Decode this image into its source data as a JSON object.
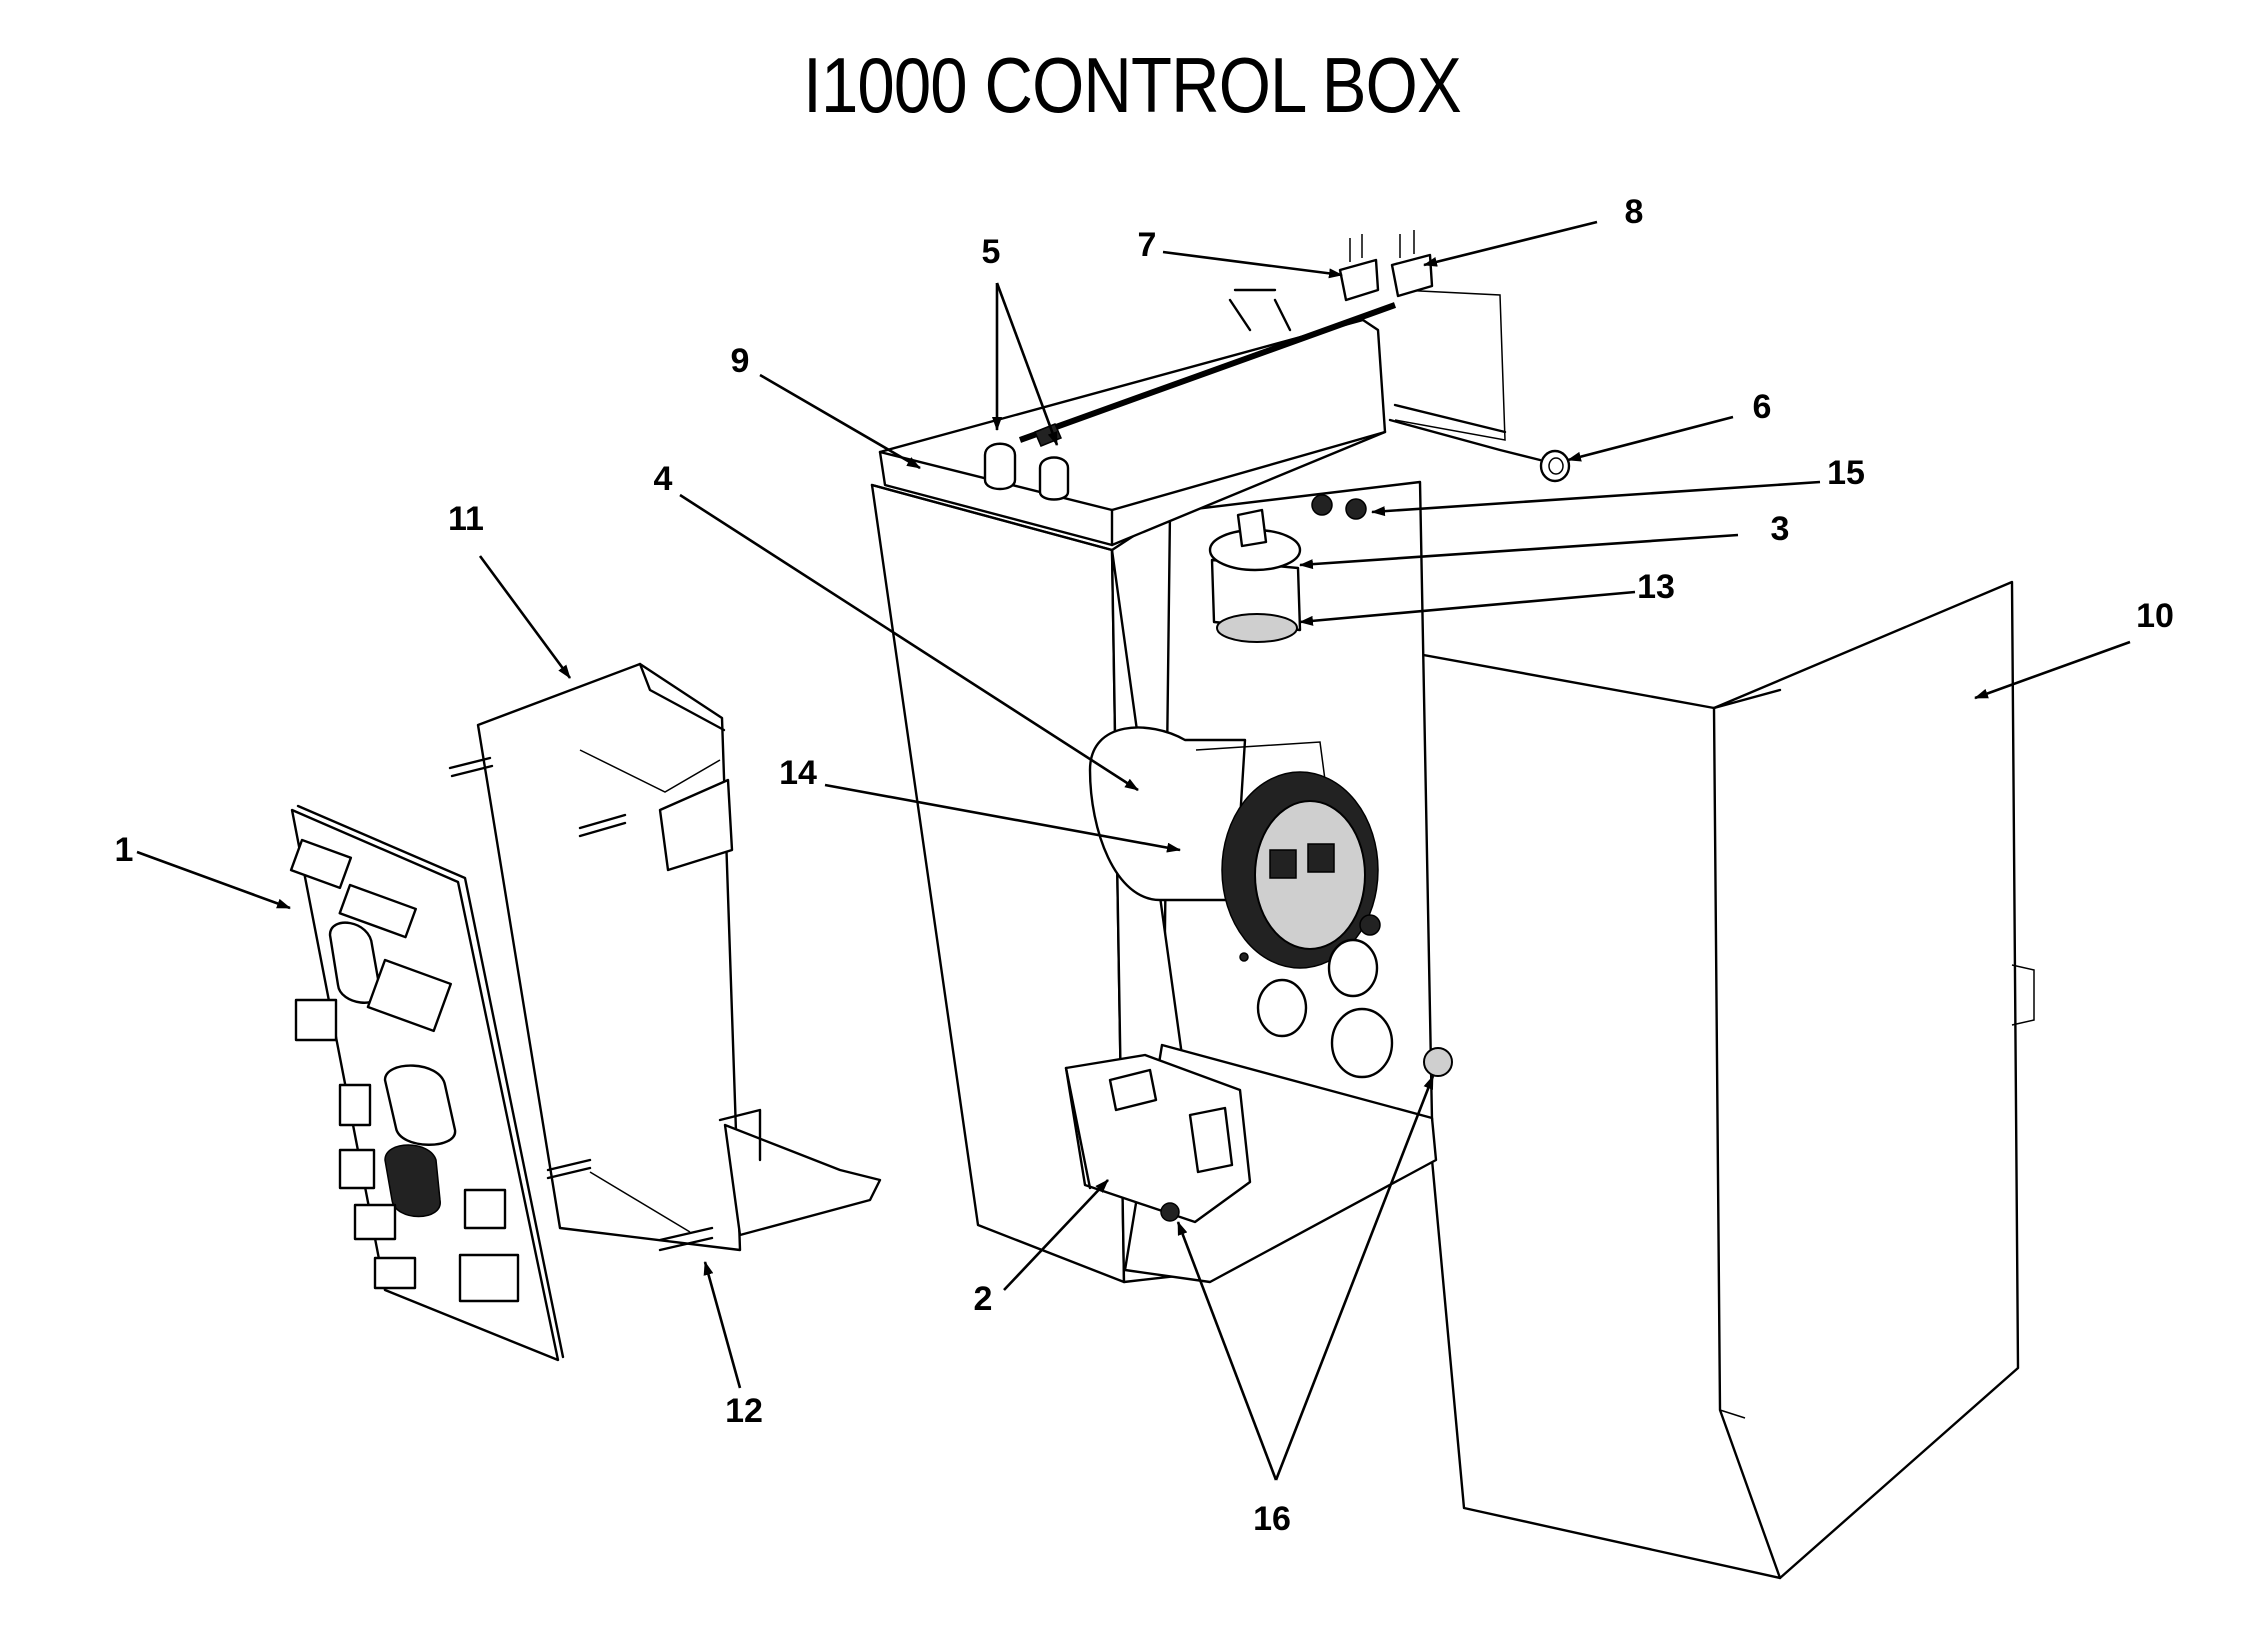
{
  "title": "I1000 CONTROL BOX",
  "callouts": {
    "c1": "1",
    "c2": "2",
    "c3": "3",
    "c4": "4",
    "c5": "5",
    "c6": "6",
    "c7": "7",
    "c8": "8",
    "c9": "9",
    "c10": "10",
    "c11": "11",
    "c12": "12",
    "c13": "13",
    "c14": "14",
    "c15": "15",
    "c16": "16"
  }
}
